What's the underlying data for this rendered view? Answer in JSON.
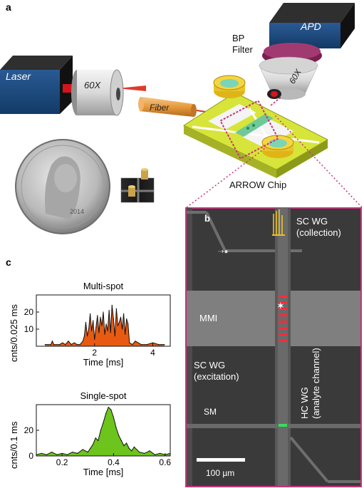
{
  "panel_a": {
    "letter": "a",
    "laser_label": "Laser",
    "objective_left_label": "60X",
    "fiber_label": "Fiber",
    "bp_filter_label_1": "BP",
    "bp_filter_label_2": "Filter",
    "apd_label": "APD",
    "objective_right_label": "60X",
    "chip_label": "ARROW Chip",
    "coin_year": "2014"
  },
  "panel_b": {
    "letter": "b",
    "sc_wg_collection_1": "SC WG",
    "sc_wg_collection_2": "(collection)",
    "mmi_left": "MMI",
    "sc_wg_excitation_1": "SC WG",
    "sc_wg_excitation_2": "(excitation)",
    "hc_wg_1": "HC WG",
    "hc_wg_2": "(analyte channel)",
    "sm_label": "SM",
    "scale_bar_label": "100 µm"
  },
  "panel_c": {
    "letter": "c",
    "ylabel_top": "cnts/0.025 ms",
    "ylabel_bottom": "cnts/0.1 ms"
  },
  "colors": {
    "accent_magenta": "#c8327a",
    "multi_fill": "#e85a12",
    "single_fill": "#6cc41c",
    "chip_yellow": "#d7e43a",
    "apd_blue": "#163c6a"
  },
  "chart_data": [
    {
      "type": "area",
      "title": "Multi-spot",
      "xlabel": "Time [ms]",
      "ylabel": "cnts/0.025 ms",
      "xlim": [
        0,
        4.6
      ],
      "ylim": [
        0,
        30
      ],
      "xticks": [
        "2",
        "4"
      ],
      "yticks": [
        "10",
        "20"
      ],
      "x": [
        0.3,
        0.5,
        0.55,
        0.6,
        0.8,
        0.9,
        1.0,
        1.1,
        1.2,
        1.3,
        1.4,
        1.5,
        1.6,
        1.65,
        1.7,
        1.75,
        1.8,
        1.85,
        1.9,
        1.95,
        2.0,
        2.05,
        2.1,
        2.15,
        2.2,
        2.25,
        2.3,
        2.35,
        2.4,
        2.45,
        2.5,
        2.55,
        2.6,
        2.65,
        2.7,
        2.75,
        2.8,
        2.85,
        2.9,
        2.95,
        3.0,
        3.05,
        3.1,
        3.15,
        3.2,
        3.3,
        3.4,
        3.6,
        3.8,
        4.0,
        4.2,
        4.4
      ],
      "values": [
        1,
        1,
        3,
        1,
        1,
        2,
        1,
        3,
        1,
        2,
        1,
        1,
        3,
        6,
        14,
        6,
        10,
        19,
        9,
        15,
        4,
        11,
        18,
        8,
        17,
        12,
        20,
        7,
        13,
        9,
        21,
        8,
        24,
        16,
        6,
        22,
        12,
        14,
        17,
        10,
        19,
        7,
        16,
        13,
        2,
        1,
        3,
        1,
        1,
        2,
        1,
        1
      ]
    },
    {
      "type": "area",
      "title": "Single-spot",
      "xlabel": "Time [ms]",
      "ylabel": "cnts/0.1 ms",
      "xlim": [
        0.1,
        0.62
      ],
      "ylim": [
        0,
        40
      ],
      "xticks": [
        "0.2",
        "0.4",
        "0.6"
      ],
      "yticks": [
        "0",
        "20"
      ],
      "x": [
        0.1,
        0.12,
        0.14,
        0.16,
        0.18,
        0.2,
        0.22,
        0.24,
        0.26,
        0.28,
        0.3,
        0.31,
        0.32,
        0.33,
        0.34,
        0.35,
        0.36,
        0.37,
        0.38,
        0.39,
        0.4,
        0.41,
        0.42,
        0.43,
        0.44,
        0.45,
        0.46,
        0.47,
        0.48,
        0.5,
        0.52,
        0.54,
        0.56,
        0.58,
        0.6,
        0.62
      ],
      "values": [
        1,
        2,
        1,
        3,
        1,
        2,
        1,
        3,
        2,
        5,
        3,
        6,
        9,
        14,
        12,
        20,
        26,
        33,
        38,
        36,
        30,
        22,
        16,
        12,
        8,
        10,
        6,
        4,
        7,
        3,
        2,
        4,
        1,
        2,
        1,
        2
      ]
    }
  ]
}
